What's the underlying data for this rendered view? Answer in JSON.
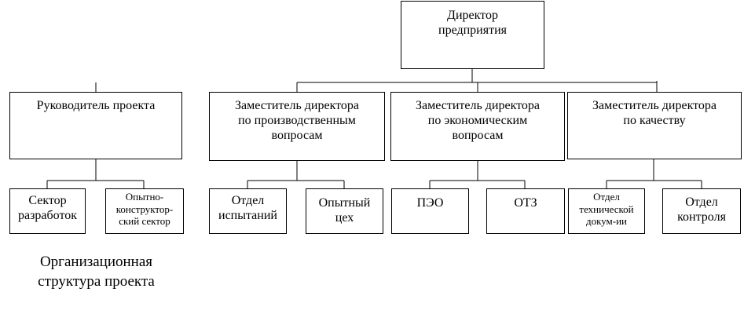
{
  "diagram": {
    "director": "Директор\nпредприятия",
    "project_manager": "Руководитель проекта",
    "deputy_production": "Заместитель директора\nпо производственным\nвопросам",
    "deputy_economic": "Заместитель директора\nпо экономическим\nвопросам",
    "deputy_quality": "Заместитель директора\nпо качеству",
    "dept_development": "Сектор\nразработок",
    "dept_design": "Опытно-\nконструктор-\nский сектор",
    "dept_testing": "Отдел\nиспытаний",
    "dept_workshop": "Опытный\nцех",
    "dept_peo": "ПЭО",
    "dept_otz": "ОТЗ",
    "dept_techdoc": "Отдел\nтехнической\nдокум-ии",
    "dept_control": "Отдел\nконтроля"
  },
  "caption": "Организационная\nструктура проекта"
}
